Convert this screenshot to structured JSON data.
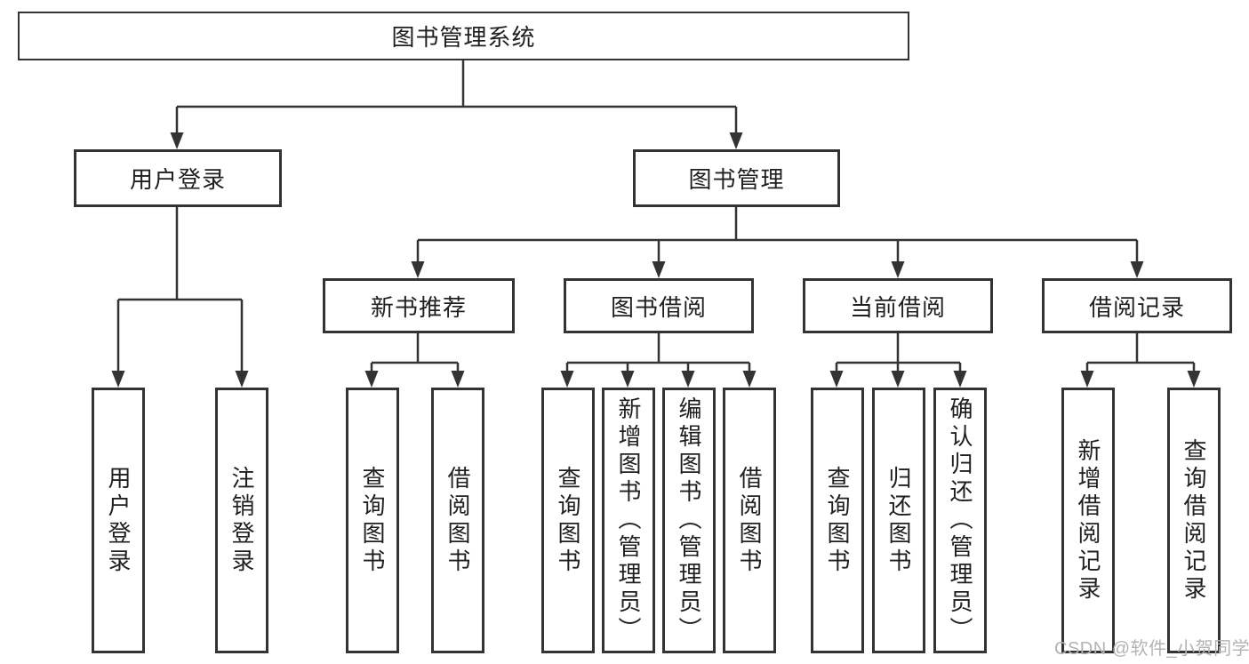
{
  "colors": {
    "line": "#333333",
    "border": "#333333",
    "text": "#1f1f1f",
    "watermark": "#b3b3b3",
    "background": "#ffffff"
  },
  "watermark": {
    "text": "CSDN @软件_小贺同学"
  },
  "tree": {
    "root_label": "图书管理系统",
    "branches": [
      {
        "label": "用户登录",
        "leaves": [
          "用户登录",
          "注销登录"
        ]
      },
      {
        "label": "图书管理",
        "groups": [
          {
            "label": "新书推荐",
            "leaves": [
              "查询图书",
              "借阅图书"
            ]
          },
          {
            "label": "图书借阅",
            "leaves": [
              "查询图书",
              "新增图书（管理员）",
              "编辑图书（管理员）",
              "借阅图书"
            ]
          },
          {
            "label": "当前借阅",
            "leaves": [
              "查询图书",
              "归还图书",
              "确认归还（管理员）"
            ]
          },
          {
            "label": "借阅记录",
            "leaves": [
              "新增借阅记录",
              "查询借阅记录"
            ]
          }
        ]
      }
    ]
  }
}
